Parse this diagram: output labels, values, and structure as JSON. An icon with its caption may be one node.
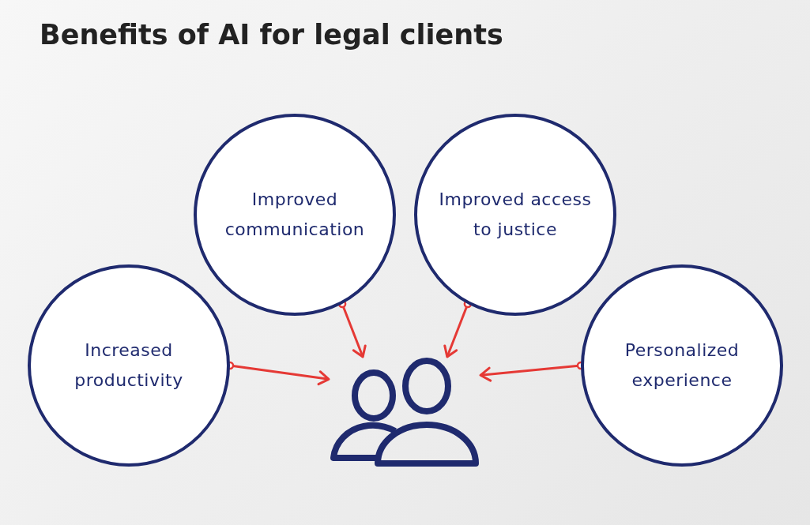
{
  "diagram": {
    "title": "Benefits of AI for legal clients",
    "nodes": [
      {
        "text": [
          "Increased productivity"
        ]
      },
      {
        "text": [
          "Improved communication"
        ]
      },
      {
        "text": [
          "Improved access to justice"
        ]
      },
      {
        "text": [
          "Personalized experience"
        ]
      },
      {
        "text": [],
        "shape": "person"
      }
    ],
    "edges": [
      {
        "from": 0,
        "to": 4,
        "arrow": "to"
      },
      {
        "from": 1,
        "to": 4,
        "arrow": "to"
      },
      {
        "from": 2,
        "to": 4,
        "arrow": "to"
      },
      {
        "from": 3,
        "to": 4,
        "arrow": "to"
      }
    ]
  }
}
